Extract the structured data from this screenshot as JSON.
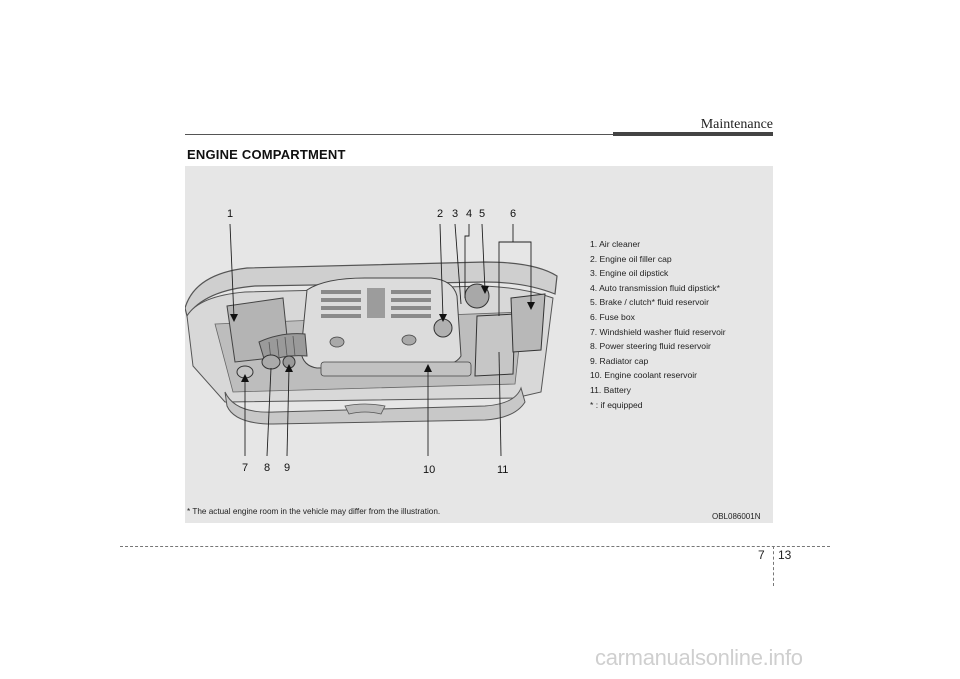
{
  "header": {
    "section": "Maintenance"
  },
  "title": "ENGINE COMPARTMENT",
  "callouts": {
    "c1": "1",
    "c2": "2",
    "c3": "3",
    "c4": "4",
    "c5": "5",
    "c6": "6",
    "c7": "7",
    "c8": "8",
    "c9": "9",
    "c10": "10",
    "c11": "11"
  },
  "legend": [
    "1. Air cleaner",
    "2. Engine oil filler cap",
    "3. Engine oil dipstick",
    "4. Auto transmission fluid dipstick*",
    "5. Brake / clutch* fluid reservoir",
    "6. Fuse box",
    "7. Windshield washer fluid reservoir",
    "8. Power steering fluid reservoir",
    "9. Radiator cap",
    "10. Engine coolant reservoir",
    "11. Battery",
    "* : if equipped"
  ],
  "footnote": "* The actual engine room in the vehicle may differ from the illustration.",
  "figure_code": "OBL086001N",
  "footer": {
    "chapter": "7",
    "page": "13"
  },
  "watermark": "carmanualsonline.info"
}
